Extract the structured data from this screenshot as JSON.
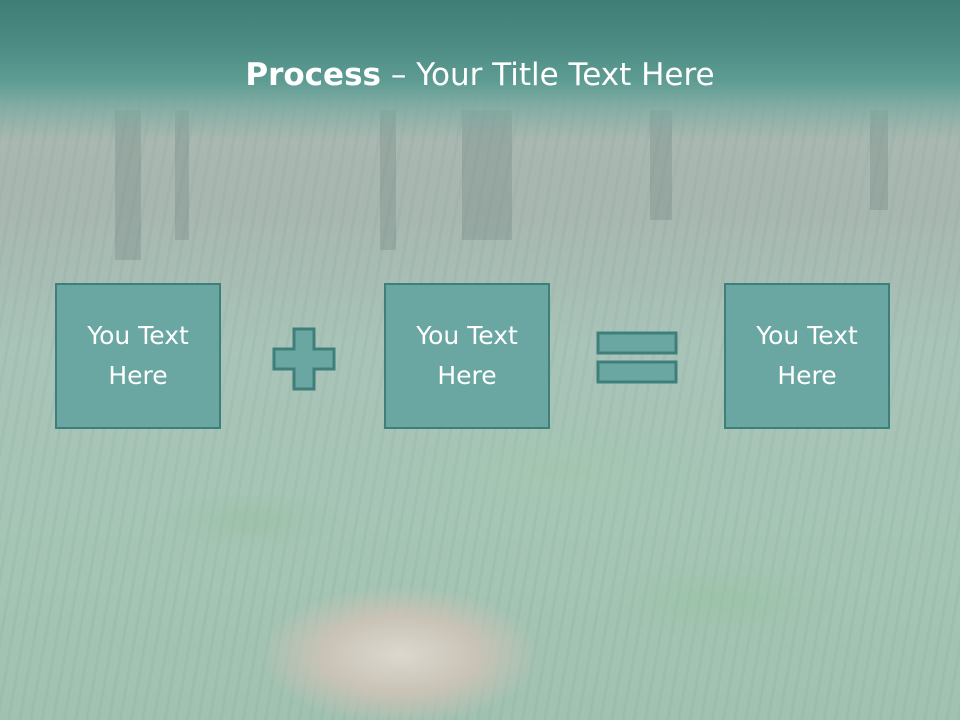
{
  "slide": {
    "title_bold": "Process",
    "title_separator": " – ",
    "title_rest": "Your Title Text Here",
    "boxes": [
      "You Text Here",
      "You Text Here",
      "You Text Here"
    ],
    "operators": [
      "plus-icon",
      "equals-icon"
    ]
  },
  "colors": {
    "header": "#4a8a82",
    "box_fill": "#6aa7a2",
    "box_border": "#3f7f7a",
    "text": "#ffffff"
  }
}
